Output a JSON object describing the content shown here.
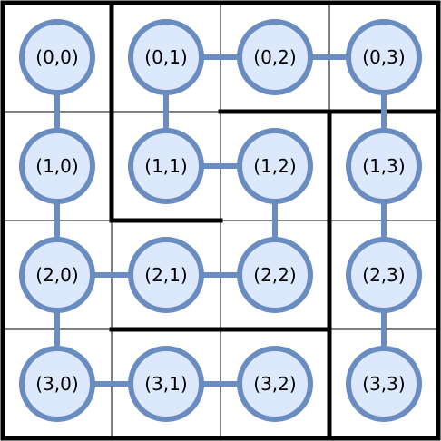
{
  "grid": {
    "rows": 4,
    "cols": 4
  },
  "colors": {
    "node_fill": "#dce8fb",
    "node_stroke": "#6b8cc0",
    "edge": "#6b8cc0",
    "wall": "#000000",
    "grid_line": "#000000",
    "background": "#ffffff"
  },
  "nodes": [
    {
      "row": 0,
      "col": 0,
      "label": "(0,0)"
    },
    {
      "row": 0,
      "col": 1,
      "label": "(0,1)"
    },
    {
      "row": 0,
      "col": 2,
      "label": "(0,2)"
    },
    {
      "row": 0,
      "col": 3,
      "label": "(0,3)"
    },
    {
      "row": 1,
      "col": 0,
      "label": "(1,0)"
    },
    {
      "row": 1,
      "col": 1,
      "label": "(1,1)"
    },
    {
      "row": 1,
      "col": 2,
      "label": "(1,2)"
    },
    {
      "row": 1,
      "col": 3,
      "label": "(1,3)"
    },
    {
      "row": 2,
      "col": 0,
      "label": "(2,0)"
    },
    {
      "row": 2,
      "col": 1,
      "label": "(2,1)"
    },
    {
      "row": 2,
      "col": 2,
      "label": "(2,2)"
    },
    {
      "row": 2,
      "col": 3,
      "label": "(2,3)"
    },
    {
      "row": 3,
      "col": 0,
      "label": "(3,0)"
    },
    {
      "row": 3,
      "col": 1,
      "label": "(3,1)"
    },
    {
      "row": 3,
      "col": 2,
      "label": "(3,2)"
    },
    {
      "row": 3,
      "col": 3,
      "label": "(3,3)"
    }
  ],
  "edges": [
    {
      "from": [
        0,
        1
      ],
      "to": [
        0,
        2
      ]
    },
    {
      "from": [
        0,
        2
      ],
      "to": [
        0,
        3
      ]
    },
    {
      "from": [
        0,
        0
      ],
      "to": [
        1,
        0
      ]
    },
    {
      "from": [
        0,
        1
      ],
      "to": [
        1,
        1
      ]
    },
    {
      "from": [
        0,
        3
      ],
      "to": [
        1,
        3
      ]
    },
    {
      "from": [
        1,
        1
      ],
      "to": [
        1,
        2
      ]
    },
    {
      "from": [
        1,
        0
      ],
      "to": [
        2,
        0
      ]
    },
    {
      "from": [
        1,
        2
      ],
      "to": [
        2,
        2
      ]
    },
    {
      "from": [
        1,
        3
      ],
      "to": [
        2,
        3
      ]
    },
    {
      "from": [
        2,
        0
      ],
      "to": [
        2,
        1
      ]
    },
    {
      "from": [
        2,
        1
      ],
      "to": [
        2,
        2
      ]
    },
    {
      "from": [
        2,
        0
      ],
      "to": [
        3,
        0
      ]
    },
    {
      "from": [
        2,
        3
      ],
      "to": [
        3,
        3
      ]
    },
    {
      "from": [
        3,
        0
      ],
      "to": [
        3,
        1
      ]
    },
    {
      "from": [
        3,
        1
      ],
      "to": [
        3,
        2
      ]
    }
  ],
  "walls": [
    {
      "between": [
        [
          0,
          0
        ],
        [
          0,
          1
        ]
      ]
    },
    {
      "between": [
        [
          1,
          0
        ],
        [
          1,
          1
        ]
      ]
    },
    {
      "between": [
        [
          1,
          1
        ],
        [
          2,
          1
        ]
      ]
    },
    {
      "between": [
        [
          0,
          2
        ],
        [
          1,
          2
        ]
      ]
    },
    {
      "between": [
        [
          0,
          3
        ],
        [
          1,
          3
        ]
      ]
    },
    {
      "between": [
        [
          1,
          2
        ],
        [
          1,
          3
        ]
      ]
    },
    {
      "between": [
        [
          2,
          2
        ],
        [
          2,
          3
        ]
      ]
    },
    {
      "between": [
        [
          3,
          2
        ],
        [
          3,
          3
        ]
      ]
    },
    {
      "between": [
        [
          2,
          1
        ],
        [
          3,
          1
        ]
      ]
    },
    {
      "between": [
        [
          2,
          2
        ],
        [
          3,
          2
        ]
      ]
    }
  ]
}
